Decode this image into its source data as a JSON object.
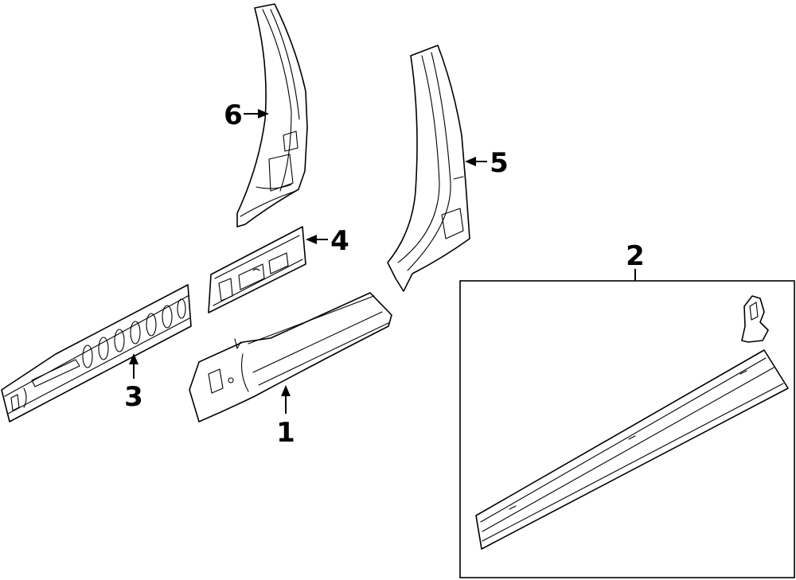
{
  "callouts": [
    {
      "id": "part-1",
      "label": "1"
    },
    {
      "id": "part-2",
      "label": "2"
    },
    {
      "id": "part-3",
      "label": "3"
    },
    {
      "id": "part-4",
      "label": "4"
    },
    {
      "id": "part-5",
      "label": "5"
    },
    {
      "id": "part-6",
      "label": "6"
    }
  ],
  "colors": {
    "line": "#000000",
    "background": "#ffffff"
  }
}
